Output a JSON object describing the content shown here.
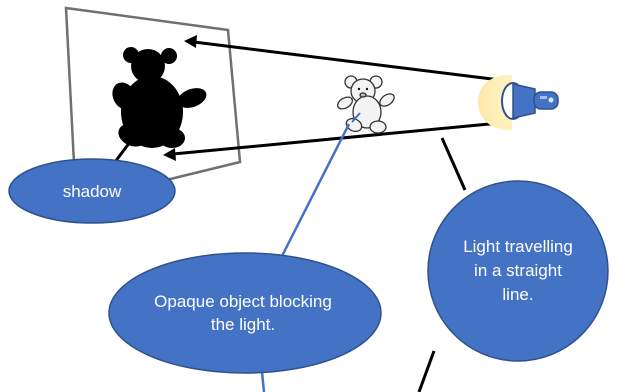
{
  "colors": {
    "callout_fill": "#4472c4",
    "callout_border": "#2f528f",
    "pointer_blue": "#4472c4",
    "ray_line": "#000000",
    "screen_border": "#6f6f6f",
    "torch_body": "#4472c4",
    "light_glow": "#fff2b3"
  },
  "icons": {
    "shadow": "teddy-bear-shadow-icon",
    "object": "teddy-bear-icon",
    "source": "torch-icon"
  },
  "labels": {
    "shadow": "shadow",
    "opaque_object": "Opaque object blocking the light.",
    "light": "Light travelling in a straight line."
  }
}
